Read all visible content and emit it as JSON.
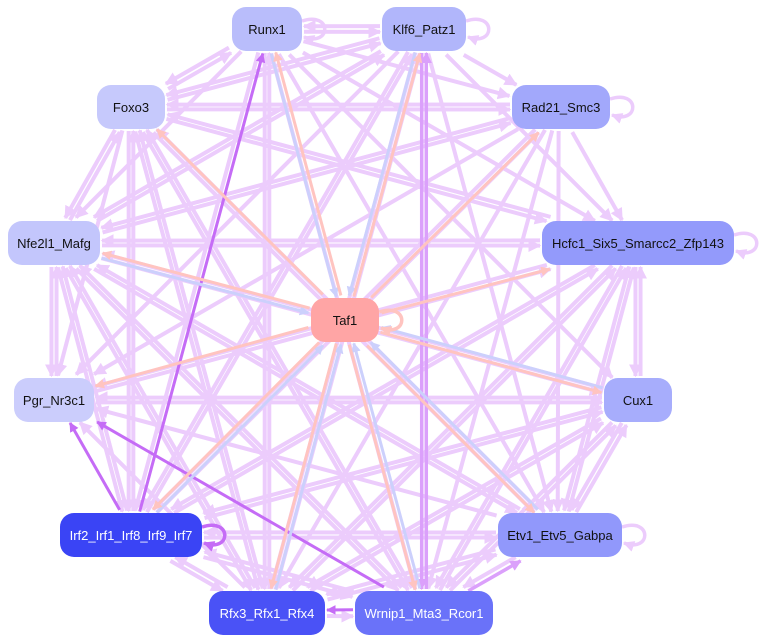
{
  "graph": {
    "nodes": [
      {
        "id": "runx1",
        "label": "Runx1",
        "fill": "#b9bdfb",
        "text": "#111111"
      },
      {
        "id": "klf6",
        "label": "Klf6_Patz1",
        "fill": "#b1b6fb",
        "text": "#111111"
      },
      {
        "id": "rad21",
        "label": "Rad21_Smc3",
        "fill": "#a2a8fb",
        "text": "#111111"
      },
      {
        "id": "hcfc1",
        "label": "Hcfc1_Six5_Smarcc2_Zfp143",
        "fill": "#939afb",
        "text": "#111111"
      },
      {
        "id": "cux1",
        "label": "Cux1",
        "fill": "#a7adfc",
        "text": "#111111"
      },
      {
        "id": "etv1",
        "label": "Etv1_Etv5_Gabpa",
        "fill": "#9198fb",
        "text": "#111111"
      },
      {
        "id": "wrnip1",
        "label": "Wrnip1_Mta3_Rcor1",
        "fill": "#6a72f9",
        "text": "#ffffff"
      },
      {
        "id": "rfx3",
        "label": "Rfx3_Rfx1_Rfx4",
        "fill": "#4a52f6",
        "text": "#ffffff"
      },
      {
        "id": "irf2",
        "label": "Irf2_Irf1_Irf8_Irf9_Irf7",
        "fill": "#3a44f5",
        "text": "#ffffff"
      },
      {
        "id": "pgr",
        "label": "Pgr_Nr3c1",
        "fill": "#cbcdfc",
        "text": "#111111"
      },
      {
        "id": "nfe2l1",
        "label": "Nfe2l1_Mafg",
        "fill": "#c3c6fc",
        "text": "#111111"
      },
      {
        "id": "foxo3",
        "label": "Foxo3",
        "fill": "#c6c9fc",
        "text": "#111111"
      },
      {
        "id": "taf1",
        "label": "Taf1",
        "fill": "#ffa5a5",
        "text": "#111111"
      }
    ],
    "edge_colors": {
      "default": "#ecccfc",
      "strong": "#dba0fb",
      "highlight": "#c56cf6",
      "taf1_out": "#ffc4c0",
      "taf1_in": "#ccd0fc"
    },
    "self_loops": [
      "runx1",
      "klf6",
      "rad21",
      "hcfc1",
      "etv1",
      "taf1",
      "irf2"
    ],
    "edges": [
      [
        "runx1",
        "klf6",
        "default"
      ],
      [
        "klf6",
        "runx1",
        "default"
      ],
      [
        "runx1",
        "rad21",
        "default"
      ],
      [
        "runx1",
        "hcfc1",
        "default"
      ],
      [
        "runx1",
        "foxo3",
        "default"
      ],
      [
        "runx1",
        "nfe2l1",
        "default"
      ],
      [
        "runx1",
        "taf1",
        "taf1_in"
      ],
      [
        "runx1",
        "irf2",
        "default"
      ],
      [
        "runx1",
        "rfx3",
        "default"
      ],
      [
        "runx1",
        "wrnip1",
        "default"
      ],
      [
        "runx1",
        "etv1",
        "default"
      ],
      [
        "runx1",
        "cux1",
        "default"
      ],
      [
        "klf6",
        "rad21",
        "default"
      ],
      [
        "klf6",
        "hcfc1",
        "default"
      ],
      [
        "klf6",
        "foxo3",
        "default"
      ],
      [
        "klf6",
        "nfe2l1",
        "default"
      ],
      [
        "klf6",
        "pgr",
        "default"
      ],
      [
        "klf6",
        "irf2",
        "default"
      ],
      [
        "klf6",
        "rfx3",
        "default"
      ],
      [
        "klf6",
        "wrnip1",
        "strong"
      ],
      [
        "klf6",
        "etv1",
        "default"
      ],
      [
        "rad21",
        "hcfc1",
        "default"
      ],
      [
        "rad21",
        "foxo3",
        "default"
      ],
      [
        "rad21",
        "nfe2l1",
        "default"
      ],
      [
        "rad21",
        "irf2",
        "default"
      ],
      [
        "rad21",
        "rfx3",
        "default"
      ],
      [
        "rad21",
        "wrnip1",
        "default"
      ],
      [
        "rad21",
        "etv1",
        "default"
      ],
      [
        "rad21",
        "pgr",
        "default"
      ],
      [
        "hcfc1",
        "nfe2l1",
        "default"
      ],
      [
        "hcfc1",
        "cux1",
        "default"
      ],
      [
        "cux1",
        "hcfc1",
        "default"
      ],
      [
        "hcfc1",
        "pgr",
        "default"
      ],
      [
        "hcfc1",
        "irf2",
        "default"
      ],
      [
        "hcfc1",
        "rfx3",
        "default"
      ],
      [
        "hcfc1",
        "wrnip1",
        "default"
      ],
      [
        "hcfc1",
        "etv1",
        "default"
      ],
      [
        "hcfc1",
        "foxo3",
        "default"
      ],
      [
        "cux1",
        "etv1",
        "default"
      ],
      [
        "cux1",
        "pgr",
        "default"
      ],
      [
        "cux1",
        "irf2",
        "default"
      ],
      [
        "cux1",
        "rfx3",
        "default"
      ],
      [
        "cux1",
        "wrnip1",
        "default"
      ],
      [
        "cux1",
        "nfe2l1",
        "default"
      ],
      [
        "etv1",
        "wrnip1",
        "default"
      ],
      [
        "wrnip1",
        "etv1",
        "strong"
      ],
      [
        "etv1",
        "rfx3",
        "default"
      ],
      [
        "etv1",
        "irf2",
        "default"
      ],
      [
        "etv1",
        "pgr",
        "default"
      ],
      [
        "etv1",
        "nfe2l1",
        "default"
      ],
      [
        "etv1",
        "foxo3",
        "default"
      ],
      [
        "etv1",
        "hcfc1",
        "default"
      ],
      [
        "etv1",
        "cux1",
        "default"
      ],
      [
        "wrnip1",
        "rfx3",
        "highlight"
      ],
      [
        "rfx3",
        "wrnip1",
        "default"
      ],
      [
        "wrnip1",
        "pgr",
        "highlight"
      ],
      [
        "wrnip1",
        "irf2",
        "default"
      ],
      [
        "wrnip1",
        "nfe2l1",
        "default"
      ],
      [
        "wrnip1",
        "foxo3",
        "default"
      ],
      [
        "wrnip1",
        "klf6",
        "strong"
      ],
      [
        "wrnip1",
        "hcfc1",
        "default"
      ],
      [
        "wrnip1",
        "cux1",
        "default"
      ],
      [
        "rfx3",
        "irf2",
        "default"
      ],
      [
        "irf2",
        "rfx3",
        "default"
      ],
      [
        "rfx3",
        "pgr",
        "default"
      ],
      [
        "rfx3",
        "nfe2l1",
        "default"
      ],
      [
        "rfx3",
        "foxo3",
        "default"
      ],
      [
        "rfx3",
        "runx1",
        "default"
      ],
      [
        "rfx3",
        "klf6",
        "default"
      ],
      [
        "rfx3",
        "hcfc1",
        "default"
      ],
      [
        "rfx3",
        "cux1",
        "default"
      ],
      [
        "rfx3",
        "etv1",
        "default"
      ],
      [
        "irf2",
        "pgr",
        "highlight"
      ],
      [
        "irf2",
        "nfe2l1",
        "default"
      ],
      [
        "irf2",
        "foxo3",
        "default"
      ],
      [
        "irf2",
        "runx1",
        "highlight"
      ],
      [
        "irf2",
        "klf6",
        "default"
      ],
      [
        "irf2",
        "rad21",
        "default"
      ],
      [
        "irf2",
        "hcfc1",
        "default"
      ],
      [
        "irf2",
        "cux1",
        "default"
      ],
      [
        "irf2",
        "etv1",
        "default"
      ],
      [
        "irf2",
        "wrnip1",
        "default"
      ],
      [
        "pgr",
        "nfe2l1",
        "default"
      ],
      [
        "nfe2l1",
        "pgr",
        "default"
      ],
      [
        "pgr",
        "hcfc1",
        "default"
      ],
      [
        "pgr",
        "cux1",
        "default"
      ],
      [
        "nfe2l1",
        "foxo3",
        "default"
      ],
      [
        "foxo3",
        "nfe2l1",
        "default"
      ],
      [
        "nfe2l1",
        "hcfc1",
        "default"
      ],
      [
        "nfe2l1",
        "rad21",
        "default"
      ],
      [
        "nfe2l1",
        "klf6",
        "default"
      ],
      [
        "nfe2l1",
        "irf2",
        "default"
      ],
      [
        "nfe2l1",
        "rfx3",
        "default"
      ],
      [
        "nfe2l1",
        "wrnip1",
        "default"
      ],
      [
        "nfe2l1",
        "etv1",
        "default"
      ],
      [
        "nfe2l1",
        "cux1",
        "default"
      ],
      [
        "foxo3",
        "runx1",
        "default"
      ],
      [
        "foxo3",
        "klf6",
        "default"
      ],
      [
        "foxo3",
        "rad21",
        "default"
      ],
      [
        "foxo3",
        "hcfc1",
        "default"
      ],
      [
        "foxo3",
        "irf2",
        "default"
      ],
      [
        "foxo3",
        "rfx3",
        "default"
      ],
      [
        "foxo3",
        "wrnip1",
        "default"
      ],
      [
        "foxo3",
        "etv1",
        "default"
      ],
      [
        "foxo3",
        "pgr",
        "default"
      ],
      [
        "taf1",
        "runx1",
        "taf1_out"
      ],
      [
        "taf1",
        "klf6",
        "taf1_out"
      ],
      [
        "taf1",
        "rad21",
        "taf1_out"
      ],
      [
        "taf1",
        "hcfc1",
        "taf1_out"
      ],
      [
        "taf1",
        "cux1",
        "taf1_out"
      ],
      [
        "taf1",
        "etv1",
        "taf1_out"
      ],
      [
        "taf1",
        "wrnip1",
        "taf1_out"
      ],
      [
        "taf1",
        "rfx3",
        "taf1_out"
      ],
      [
        "taf1",
        "irf2",
        "taf1_out"
      ],
      [
        "taf1",
        "pgr",
        "taf1_out"
      ],
      [
        "taf1",
        "nfe2l1",
        "taf1_out"
      ],
      [
        "taf1",
        "foxo3",
        "taf1_out"
      ],
      [
        "cux1",
        "taf1",
        "taf1_in"
      ],
      [
        "etv1",
        "taf1",
        "taf1_in"
      ],
      [
        "wrnip1",
        "taf1",
        "taf1_in"
      ],
      [
        "rfx3",
        "taf1",
        "taf1_in"
      ],
      [
        "irf2",
        "taf1",
        "taf1_in"
      ],
      [
        "nfe2l1",
        "taf1",
        "taf1_in"
      ],
      [
        "klf6",
        "taf1",
        "taf1_in"
      ]
    ]
  }
}
